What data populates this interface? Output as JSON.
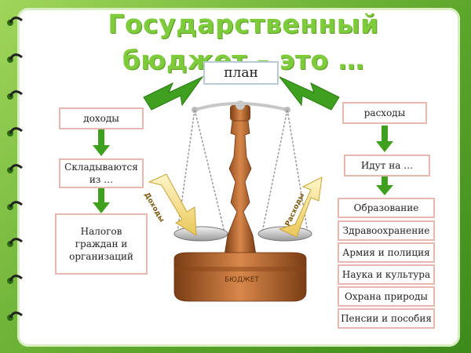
{
  "title": {
    "line1": "Государственный",
    "line2": "бюджет – это …"
  },
  "center": {
    "label": "план",
    "scale_label": "БЮДЖЕТ"
  },
  "left": {
    "top": "доходы",
    "middle": "Складываются из …",
    "bottom": "Налогов граждан и организаций",
    "arrow_label": "Доходы"
  },
  "right": {
    "top": "расходы",
    "middle": "Идут на …",
    "arrow_label": "Расходы",
    "items": [
      "Образование",
      "Здравоохранение",
      "Армия и полиция",
      "Наука и культура",
      "Охрана природы",
      "Пенсии и пособия"
    ]
  },
  "colors": {
    "title": "#7ecb3b",
    "arrow": "#3ea01e",
    "box_border": "#e6b8b0",
    "wood": "#b5652f",
    "frame": "#5aa52a"
  },
  "icons": [
    "spiral-ring-icon",
    "green-arrow-icon",
    "balance-scale-icon"
  ]
}
